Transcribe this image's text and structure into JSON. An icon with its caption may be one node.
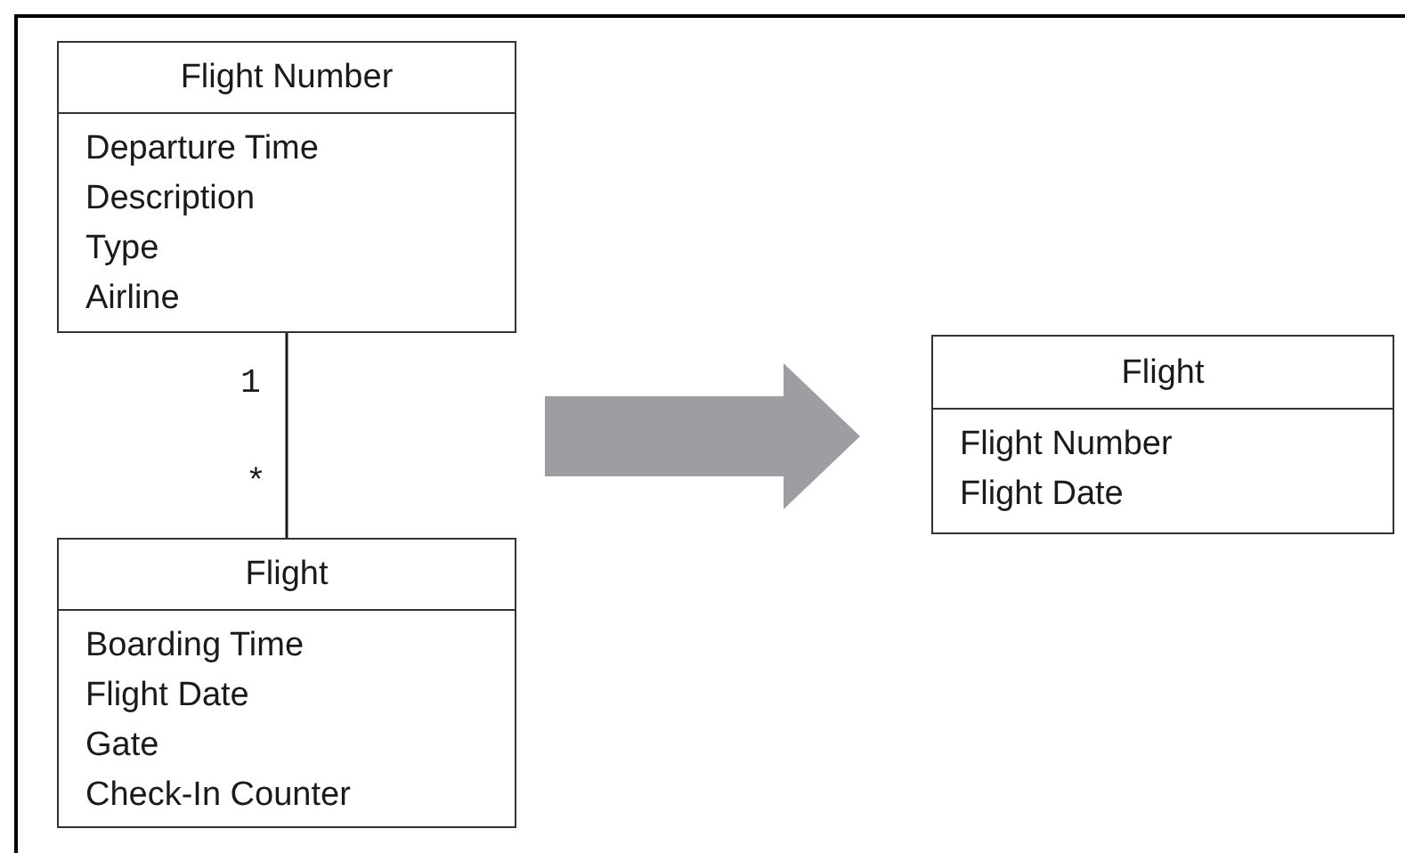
{
  "diagram": {
    "nodes": [
      {
        "text": [
          "Flight Number",
          "Departure Time",
          "Description",
          "Type",
          "Airline"
        ]
      },
      {
        "text": [
          "Flight",
          "Boarding Time",
          "Flight Date",
          "Gate",
          "Check-In Counter"
        ]
      },
      {
        "text": [
          "Flight",
          "Flight Number",
          "Flight Date"
        ]
      }
    ],
    "edges": [
      {
        "from": 0,
        "to": 1,
        "arrow": "none"
      },
      {
        "from": null,
        "to": 2,
        "arrow": "to",
        "style": "thick",
        "color": "#9d9ea1"
      }
    ],
    "labels": [
      "1",
      "*"
    ]
  }
}
